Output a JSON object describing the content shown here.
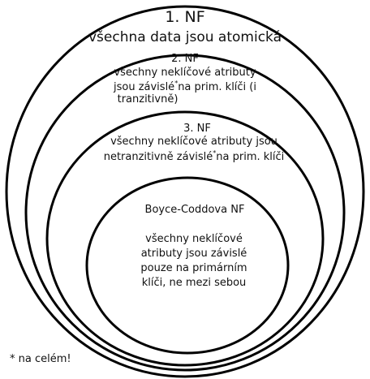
{
  "levels": [
    {
      "title": "1. NF",
      "desc": "všechna data jsou atomická"
    },
    {
      "title": "2. NF",
      "desc_line1": "všechny neklíčové atributy",
      "desc_line2_pre": "jsou závislé",
      "desc_line2_post": "na prim. klíči (i",
      "desc_line3": "tranzitivně)"
    },
    {
      "title": "3. NF",
      "desc_line1": "všechny neklíčové atributy jsou",
      "desc_line2_pre": "netranzitivně závislé",
      "desc_line2_post": "na prim. klíči"
    },
    {
      "title": "Boyce-Coddova NF",
      "desc_lines": [
        "všechny neklíčové",
        "atributy jsou závislé",
        "pouze na primárním",
        "klíči, ne mezi sebou"
      ]
    }
  ],
  "asterisk": "*",
  "footnote": "* na celém!"
}
